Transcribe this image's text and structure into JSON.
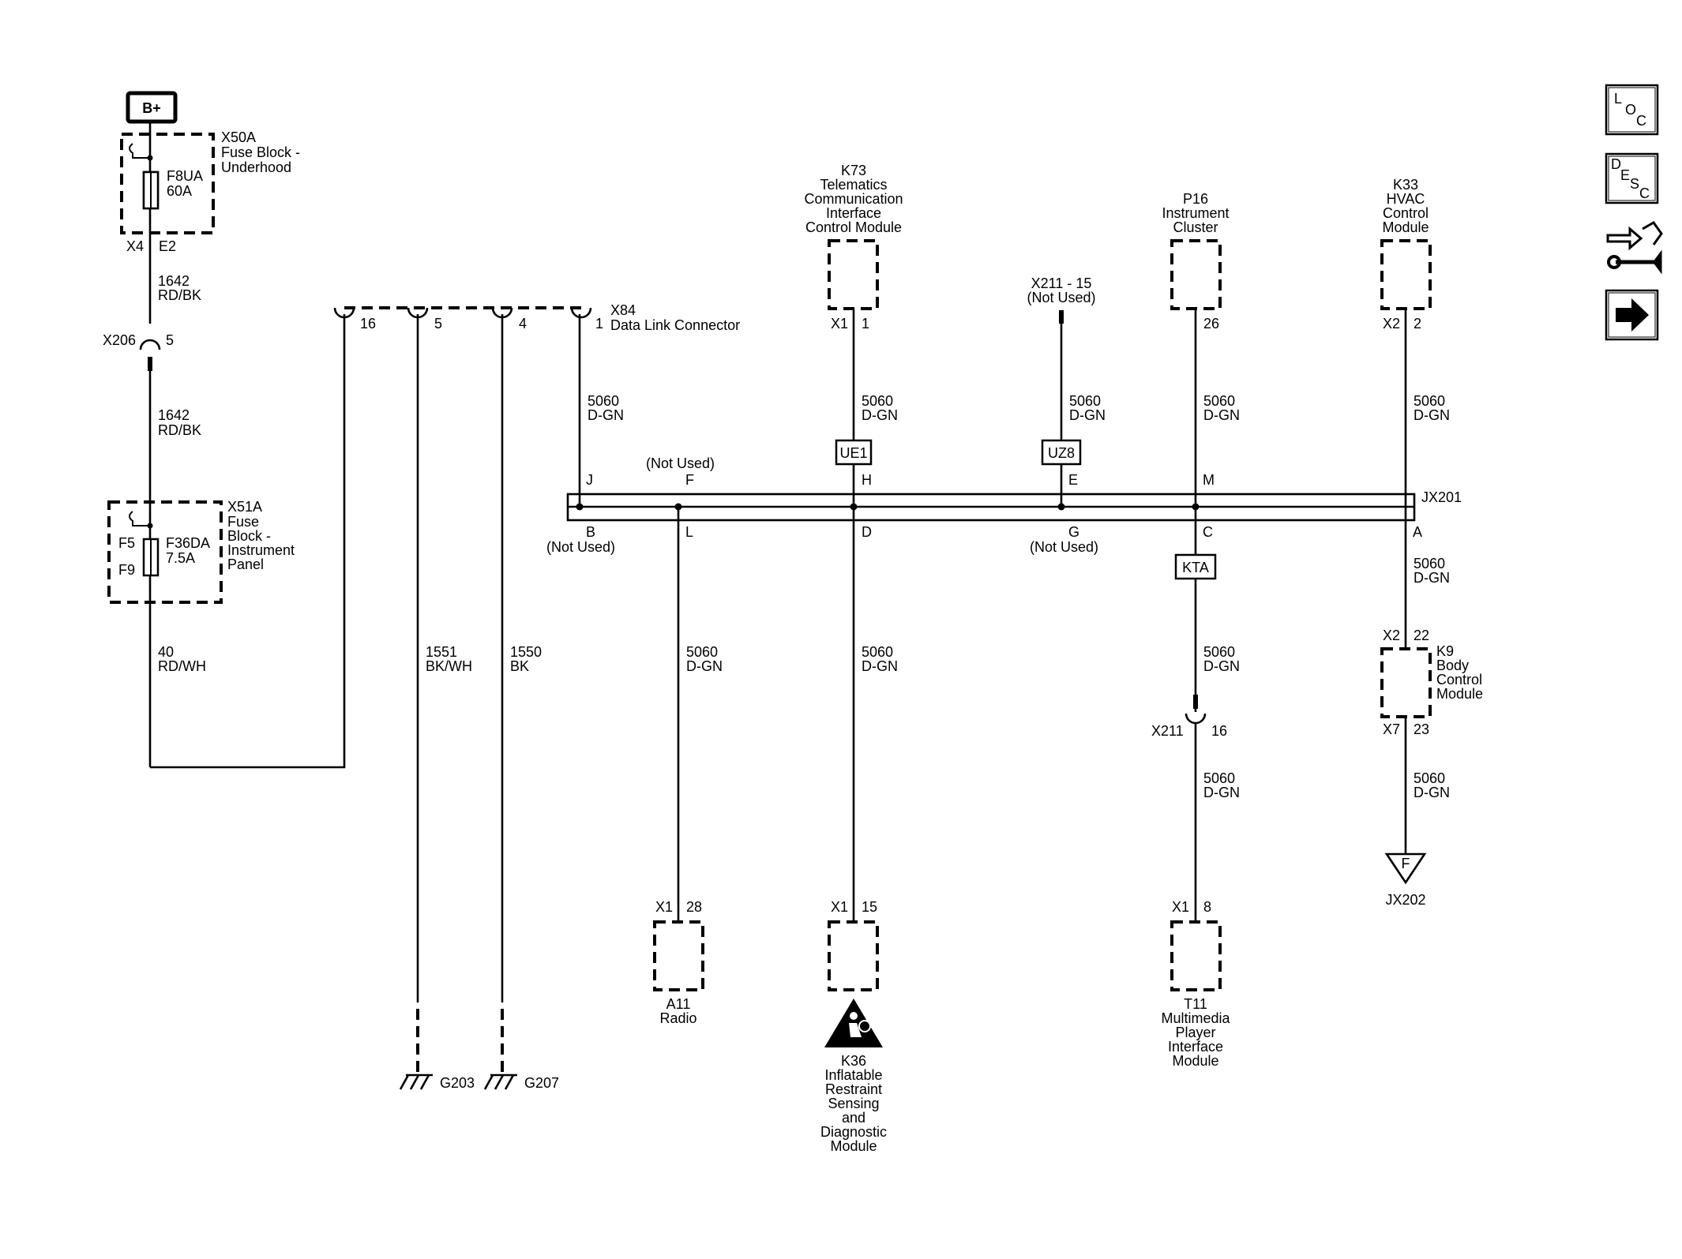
{
  "power": {
    "battery": "B+",
    "x50a": {
      "id": "X50A",
      "line1": "Fuse Block -",
      "line2": "Underhood",
      "fuse_id": "F8UA",
      "fuse_rating": "60A",
      "pin_left": "X4",
      "pin_right": "E2"
    },
    "wire_1642_a": {
      "circuit": "1642",
      "color": "RD/BK"
    },
    "x206": {
      "id": "X206",
      "pin": "5"
    },
    "wire_1642_b": {
      "circuit": "1642",
      "color": "RD/BK"
    },
    "x51a": {
      "id": "X51A",
      "line1": "Fuse",
      "line2": "Block -",
      "line3": "Instrument",
      "line4": "Panel",
      "pin_top": "F5",
      "pin_bottom": "F9",
      "fuse_id": "F36DA",
      "fuse_rating": "7.5A"
    },
    "wire_40": {
      "circuit": "40",
      "color": "RD/WH"
    }
  },
  "dlc": {
    "id": "X84",
    "name": "Data Link Connector",
    "pins": [
      "16",
      "5",
      "4",
      "1"
    ],
    "wire_1551": {
      "circuit": "1551",
      "color": "BK/WH"
    },
    "wire_1550": {
      "circuit": "1550",
      "color": "BK"
    },
    "grounds": [
      "G203",
      "G207"
    ]
  },
  "splice": {
    "id": "JX201",
    "top_pins": [
      "J",
      "F",
      "H",
      "E",
      "M"
    ],
    "bottom_pins": [
      "B",
      "L",
      "D",
      "G",
      "C",
      "A"
    ],
    "not_used": "(Not Used)"
  },
  "modules": {
    "k73": {
      "lines": [
        "K73",
        "Telematics",
        "Communication",
        "Interface",
        "Control Module"
      ],
      "conn": "X1",
      "pin": "1"
    },
    "x211_top": {
      "line1": "X211 - 15",
      "line2": "(Not Used)"
    },
    "p16": {
      "lines": [
        "P16",
        "Instrument",
        "Cluster"
      ],
      "pin": "26"
    },
    "k33": {
      "lines": [
        "K33",
        "HVAC",
        "Control",
        "Module"
      ],
      "conn": "X2",
      "pin": "2"
    },
    "k9": {
      "lines": [
        "K9",
        "Body",
        "Control",
        "Module"
      ],
      "conn_top": "X2",
      "pin_top": "22",
      "conn_bottom": "X7",
      "pin_bottom": "23"
    },
    "jx202": {
      "id": "JX202",
      "letter": "F"
    },
    "a11": {
      "lines": [
        "A11",
        "Radio"
      ],
      "conn": "X1",
      "pin": "28"
    },
    "k36": {
      "lines": [
        "K36",
        "Inflatable",
        "Restraint",
        "Sensing",
        "and",
        "Diagnostic",
        "Module"
      ],
      "conn": "X1",
      "pin": "15"
    },
    "x211": {
      "id": "X211",
      "pin": "16"
    },
    "t11": {
      "lines": [
        "T11",
        "Multimedia",
        "Player",
        "Interface",
        "Module"
      ],
      "conn": "X1",
      "pin": "8"
    }
  },
  "wires": {
    "circuit": "5060",
    "color": "D-GN"
  },
  "options": {
    "ue1": "UE1",
    "uz8": "UZ8",
    "kta": "KTA"
  },
  "sidebar": {
    "loc": [
      "L",
      "O",
      "C"
    ],
    "desc": [
      "D",
      "E",
      "S",
      "C"
    ]
  }
}
